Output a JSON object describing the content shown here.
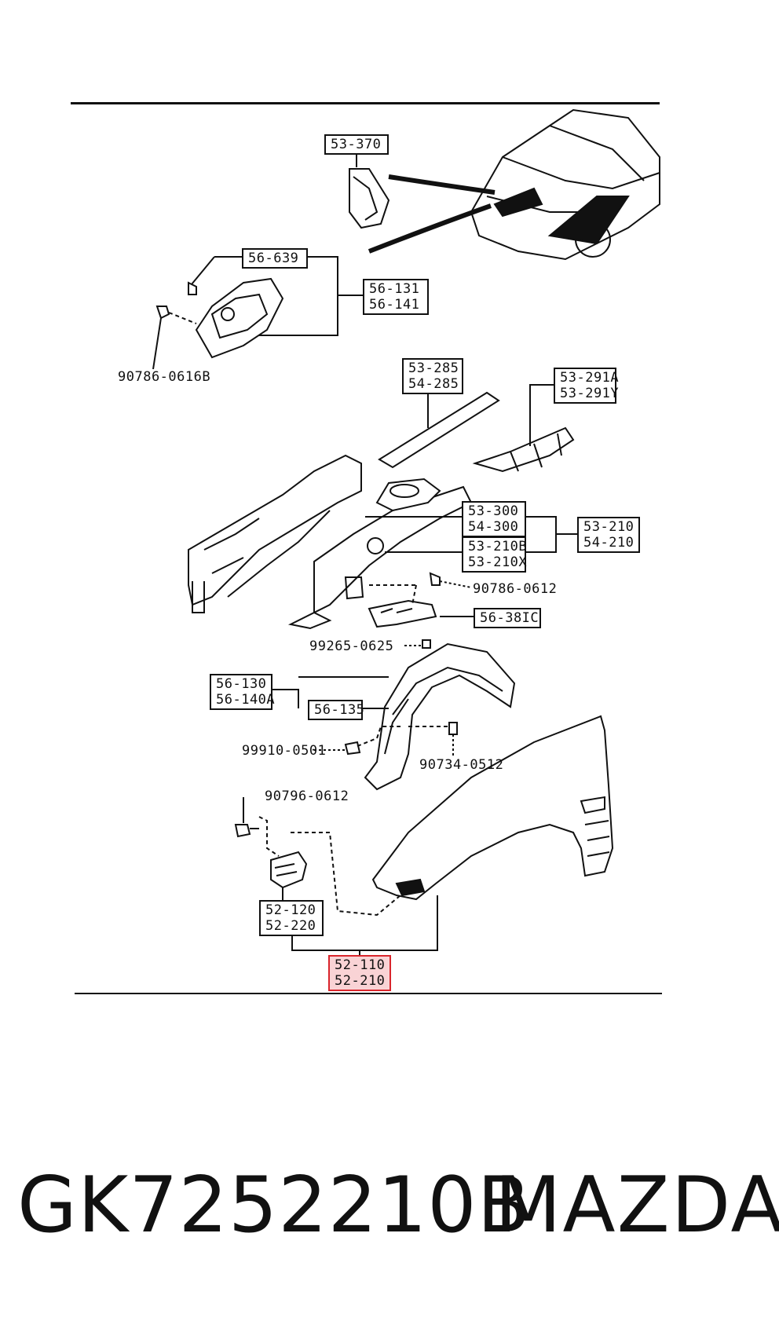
{
  "diagram": {
    "callouts": {
      "c_53_370": "53-370",
      "c_56_639": "56-639",
      "c_56_131": "56-131",
      "c_56_141": "56-141",
      "c_53_285": "53-285",
      "c_54_285": "54-285",
      "c_53_291A": "53-291A",
      "c_53_291Y": "53-291Y",
      "c_53_300": "53-300",
      "c_54_300": "54-300",
      "c_53_210": "53-210",
      "c_54_210": "54-210",
      "c_53_210B": "53-210B",
      "c_53_210X": "53-210X",
      "c_56_38IC": "56-38IC",
      "c_56_130": "56-130",
      "c_56_140A": "56-140A",
      "c_56_135": "56-135",
      "c_52_120": "52-120",
      "c_52_220": "52-220",
      "c_52_110": "52-110",
      "c_52_210": "52-210"
    },
    "fasteners": {
      "f_90786_0616B": "90786-0616B",
      "f_90786_0612": "90786-0612",
      "f_99265_0625": "99265-0625",
      "f_99910_0501": "99910-0501",
      "f_90734_0512": "90734-0512",
      "f_90796_0612": "90796-0612"
    },
    "highlight_color": "#d9252c"
  },
  "footer": {
    "part_number": "GK7252210B",
    "brand": "MAZDA"
  }
}
